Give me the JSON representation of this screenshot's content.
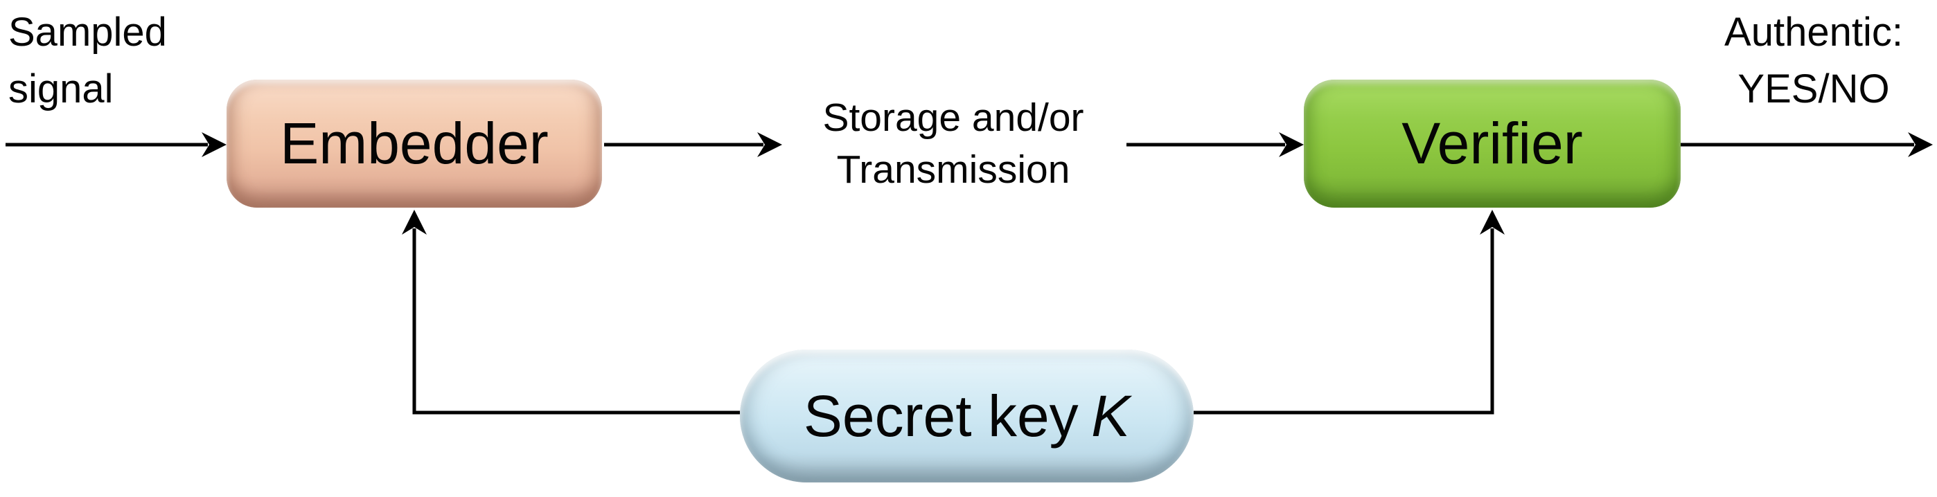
{
  "diagram": {
    "input_label": {
      "line1": "Sampled",
      "line2": "signal"
    },
    "embedder": {
      "label": "Embedder",
      "fill": "#F0C3A8"
    },
    "channel_label": {
      "line1": "Storage and/or",
      "line2": "Transmission"
    },
    "verifier": {
      "label": "Verifier",
      "fill": "#8CC63F"
    },
    "output_label": {
      "line1": "Authentic:",
      "line2": "YES/NO"
    },
    "secret_key": {
      "label": "Secret key",
      "symbol": "K",
      "fill": "#CBE6F2"
    },
    "line_color": "#000000"
  }
}
